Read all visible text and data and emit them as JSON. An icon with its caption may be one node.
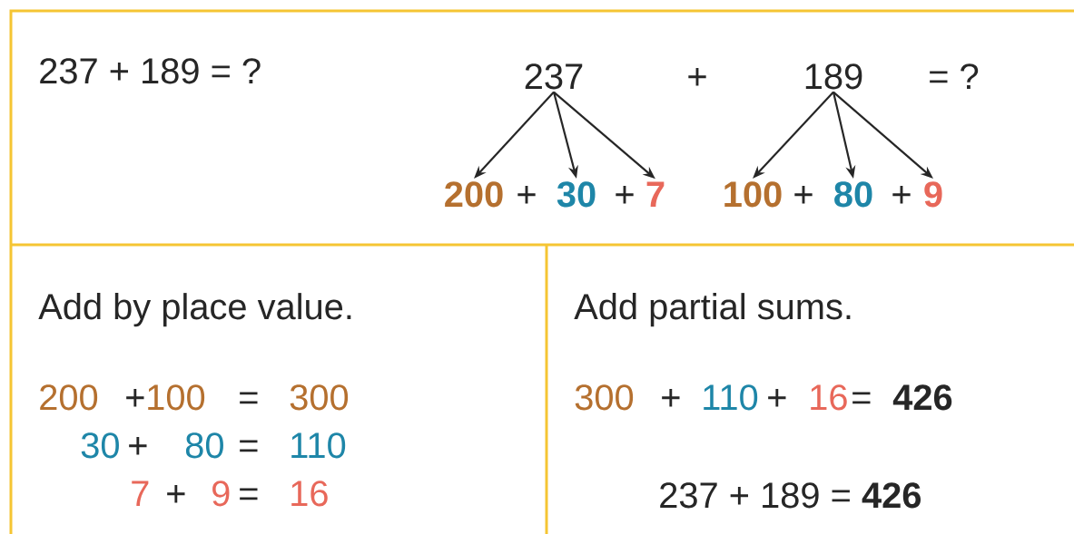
{
  "diagram": {
    "nodes": [
      {
        "text": [
          "237"
        ]
      },
      {
        "text": [
          "189"
        ]
      },
      {
        "text": [
          "200"
        ]
      },
      {
        "text": [
          "30"
        ]
      },
      {
        "text": [
          "7"
        ]
      },
      {
        "text": [
          "100"
        ]
      },
      {
        "text": [
          "80"
        ]
      },
      {
        "text": [
          "9"
        ]
      }
    ],
    "edges": [
      {
        "from": 0,
        "to": 2,
        "arrow": "to"
      },
      {
        "from": 0,
        "to": 3,
        "arrow": "to"
      },
      {
        "from": 0,
        "to": 4,
        "arrow": "to"
      },
      {
        "from": 1,
        "to": 5,
        "arrow": "to"
      },
      {
        "from": 1,
        "to": 6,
        "arrow": "to"
      },
      {
        "from": 1,
        "to": 7,
        "arrow": "to"
      }
    ],
    "labels": [
      "237 + 189 = ?",
      "+",
      "= ?",
      "+",
      "+",
      "+",
      "+",
      "Add by place value.",
      "Add partial sums.",
      "200",
      "+",
      "100",
      "=",
      "300",
      "30",
      "+",
      "80",
      "=",
      "110",
      "7",
      "+",
      "9",
      "=",
      "16",
      "300",
      "+",
      "110",
      "+",
      "16",
      "=",
      "426",
      "237 + 189 = **426**"
    ]
  }
}
